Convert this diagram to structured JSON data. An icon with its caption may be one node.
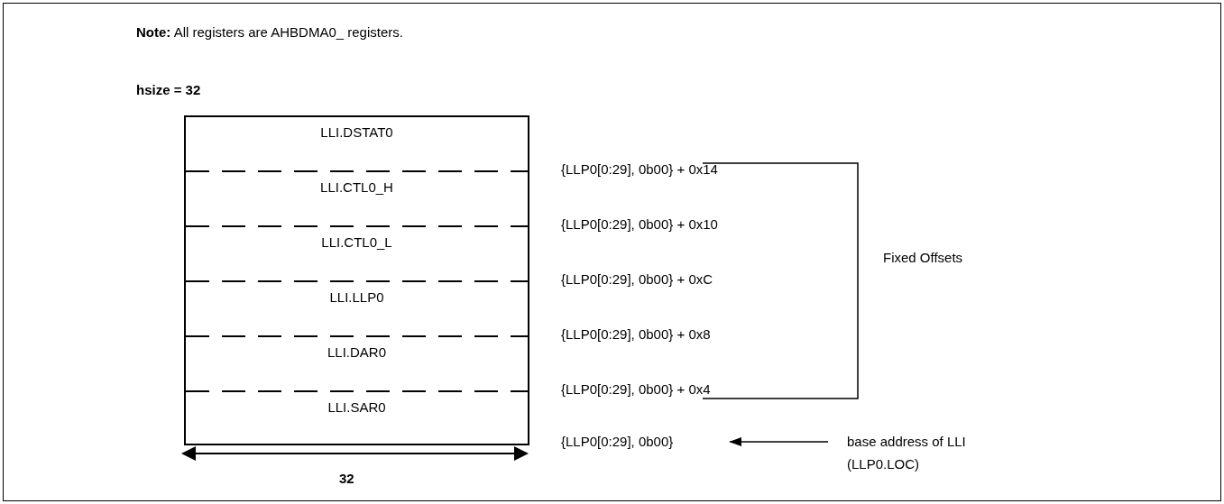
{
  "diagram": {
    "nodes": [
      {
        "text": [],
        "shape": "box"
      },
      {
        "text": [
          "LLI.DSTAT0"
        ],
        "in": 0
      },
      {
        "text": [
          "LLI.CTL0_H"
        ],
        "in": 0
      },
      {
        "text": [
          "LLI.CTL0_L"
        ],
        "in": 0
      },
      {
        "text": [
          "LLI.LLP0"
        ],
        "in": 0
      },
      {
        "text": [
          "LLI.DAR0"
        ],
        "in": 0
      },
      {
        "text": [
          "LLI.SAR0"
        ],
        "in": 0
      },
      {
        "text": [
          "{LLP0[0:29], 0b00}"
        ]
      },
      {
        "text": [
          "base address of LLI (LLP0.LOC)"
        ]
      }
    ],
    "edges": [
      {
        "from": 8,
        "to": 7,
        "arrow": "to"
      }
    ],
    "labels": [
      "**Note:** All registers are AHBDMA0_  registers.",
      "hsize = 32",
      "{LLP0[0:29], 0b00} + 0x14",
      "{LLP0[0:29], 0b00} + 0x10",
      "{LLP0[0:29], 0b00} + 0xC",
      "{LLP0[0:29], 0b00} + 0x8",
      "{LLP0[0:29], 0b00} + 0x4",
      "Fixed Offsets",
      "32"
    ]
  }
}
